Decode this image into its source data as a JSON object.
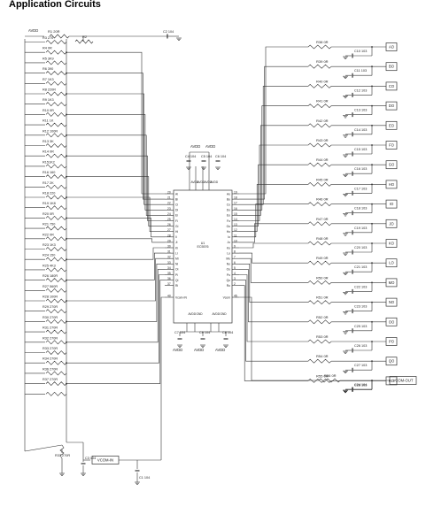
{
  "title": "Application Circuits",
  "supply_label": "AVDD",
  "vcom_in_label": "VCOM-IN",
  "vcom_out_label": "VCOM-OUT",
  "left_resistors": [
    "R1 20R",
    "R2 270",
    "R3 270",
    "R4 0R",
    "R5 3K9",
    "R6 390",
    "R7 1K3",
    "R8 220R",
    "R9 1K3",
    "R10 0R",
    "R11 1K",
    "R12 100R",
    "R13 3K",
    "R14 0R",
    "R151K2",
    "R16 160",
    "R17 2K",
    "R18 220",
    "R19 1K8",
    "R20 0R",
    "R21 750",
    "R22 0R",
    "R23 1K3",
    "R24 150",
    "R25 4K3",
    "R26 180R",
    "R27 560R",
    "R28 100R",
    "R29 270R",
    "R30 270R",
    "R31 270R",
    "R32 270R",
    "R33 270R",
    "R34 270R",
    "R36 270R",
    "R37 270R"
  ],
  "left_caps": [
    "C2 104",
    "C3 104",
    "C1 104"
  ],
  "ic": {
    "name": "U1",
    "part": "EC5576",
    "left_pins": [
      "Ai",
      "Bi",
      "Ci",
      "Di",
      "Ei",
      "Fi",
      "Gi",
      "Hi",
      "Ii",
      "Ji",
      "Ki",
      "Li",
      "Mi",
      "Ni",
      "Oi",
      "Pi",
      "Qi",
      "Ri",
      "Vcom-IN"
    ],
    "left_nums": [
      "20",
      "21",
      "22",
      "23",
      "24",
      "25",
      "26",
      "27",
      "28",
      "29",
      "30",
      "31",
      "32",
      "33",
      "34",
      "35",
      "36",
      "37",
      "40"
    ],
    "right_pins": [
      "Ao",
      "Bo",
      "Co",
      "Do",
      "Eo",
      "Fo",
      "Go",
      "Ho",
      "Io",
      "Jo",
      "Ko",
      "Lo",
      "Mo",
      "No",
      "Oo",
      "Po",
      "Qo",
      "Ro",
      "Vcom"
    ],
    "right_nums": [
      "19",
      "18",
      "17",
      "16",
      "15",
      "14",
      "13",
      "12",
      "11",
      "10",
      "9",
      "8",
      "7",
      "6",
      "5",
      "4",
      "3",
      "2",
      "45"
    ],
    "top_pins": [
      "AVDD",
      "AVDD",
      "AVDD",
      "AVDD"
    ],
    "bottom_pins": [
      "AVDD",
      "GND",
      "AVDD",
      "GND"
    ]
  },
  "right_resistors": [
    "R38 0R",
    "R39 0R",
    "R40 0R",
    "R41 0R",
    "R42 0R",
    "R43 0R",
    "R44 0R",
    "R45 0R",
    "R46 0R",
    "R47 0R",
    "R48 0R",
    "R49 0R",
    "R50 0R",
    "R51 0R",
    "R52 0R",
    "R53 0R",
    "R54 0R",
    "R55 0R"
  ],
  "right_caps": [
    "C10 103",
    "C11 103",
    "C12 103",
    "C13 103",
    "",
    "C14 103",
    "C15 103",
    "C16 103",
    "C17 103",
    "C18 103",
    "C19 103",
    "C20 103",
    "C21 103",
    "C22 103",
    "C23 103",
    "C25 103",
    "C26 103",
    "C27 103",
    "C28 103"
  ],
  "outputs": [
    "AO",
    "BO",
    "CO",
    "DO",
    "EO",
    "FO",
    "GO",
    "HO",
    "IO",
    "JO",
    "KO",
    "LO",
    "MO",
    "NO",
    "OO",
    "PO",
    "QO",
    "RO"
  ],
  "vcom_out": {
    "resistor": "R56 0R",
    "cap": "C24 104"
  },
  "top_caps": [
    "C4 104",
    "C5 104",
    "C6 104"
  ],
  "bottom_caps": [
    "C7 104",
    "C9 104",
    "C8 104"
  ],
  "bottom_supply_labels": [
    "AVDD",
    "AVDD",
    "AVDD"
  ],
  "top_supply_labels": [
    "AVDD",
    "AVDD"
  ]
}
